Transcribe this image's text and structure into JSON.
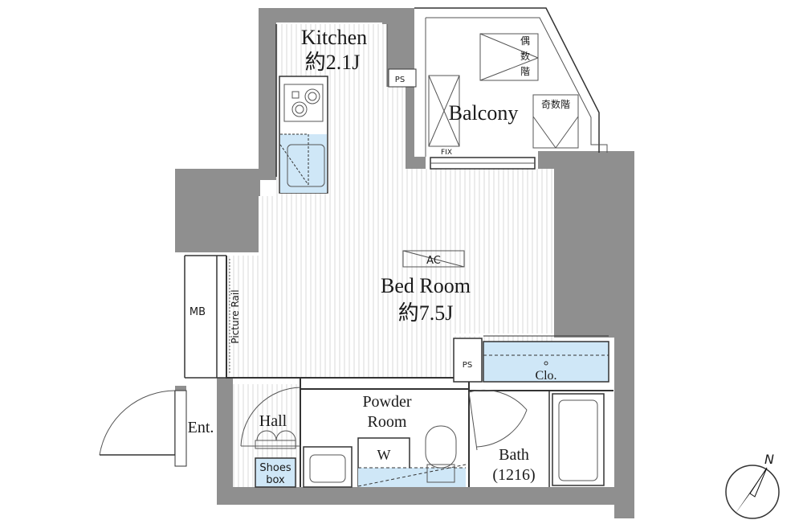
{
  "colors": {
    "wall": "#8f8f8f",
    "wet_area": "#cfe7f7",
    "floor_stripe": "#c9c9c9",
    "line": "#333333"
  },
  "rooms": {
    "kitchen": {
      "name": "Kitchen",
      "size": "約2.1J"
    },
    "bedroom": {
      "name": "Bed Room",
      "size": "約7.5J"
    },
    "balcony": {
      "name": "Balcony"
    },
    "powder_room": {
      "line1": "Powder",
      "line2": "Room"
    },
    "bath": {
      "name": "Bath",
      "size": "(1216)"
    },
    "hall": {
      "name": "Hall"
    },
    "entrance": {
      "name": "Ent."
    },
    "closet": {
      "name": "Clo."
    }
  },
  "fixtures": {
    "ps_top": "PS",
    "ps_closet": "PS",
    "fix": "FIX",
    "ac": "AC",
    "mb": "MB",
    "picture_rail": "Picture Rail",
    "washer": "W",
    "shoes_line1": "Shoes",
    "shoes_line2": "box",
    "even_stairs": [
      "偶",
      "数",
      "階"
    ],
    "odd_stairs": "奇数階"
  },
  "compass": {
    "label": "N",
    "icon": "north-arrow-icon"
  }
}
